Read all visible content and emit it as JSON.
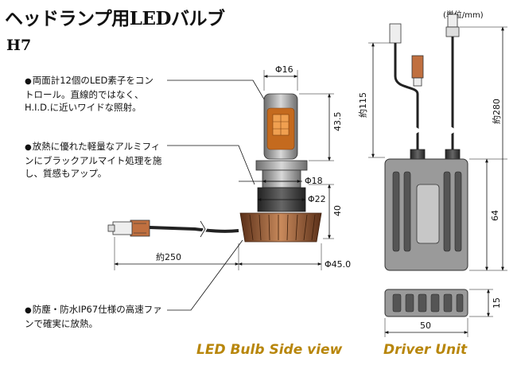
{
  "title": "ヘッドランプ用LEDバルブ",
  "model": "H7",
  "unit_note": "(単位/mm)",
  "bullet_glyph": "●",
  "features": [
    {
      "lines": [
        "両面計12個のLED素子をコン",
        "トロール。直線的ではなく、",
        "H.I.D.に近いワイドな照射。"
      ]
    },
    {
      "lines": [
        "放熱に優れた軽量なアルミフィ",
        "ンにブラックアルマイト処理を施",
        "し、質感もアップ。"
      ]
    },
    {
      "lines": [
        "防塵・防水IP67仕様の高速ファ",
        "ンで確実に放熱。"
      ]
    }
  ],
  "bulb_dimensions": {
    "top_dia": "Φ16",
    "led_height": "43.5",
    "collar_dia": "Φ18",
    "base_dia": "Φ22",
    "base_height": "40",
    "cable_length": "約250",
    "heatsink_dia": "Φ45.0"
  },
  "driver_dimensions": {
    "cable_length": "約115",
    "total_length": "約280",
    "height": "64",
    "thickness": "15",
    "width": "50"
  },
  "captions": {
    "bulb": "LED Bulb Side view",
    "driver": "Driver Unit"
  },
  "colors": {
    "caption": "#b8860b",
    "led_amber": "#d9842a",
    "heatsink_rust": "#b06a3c"
  }
}
